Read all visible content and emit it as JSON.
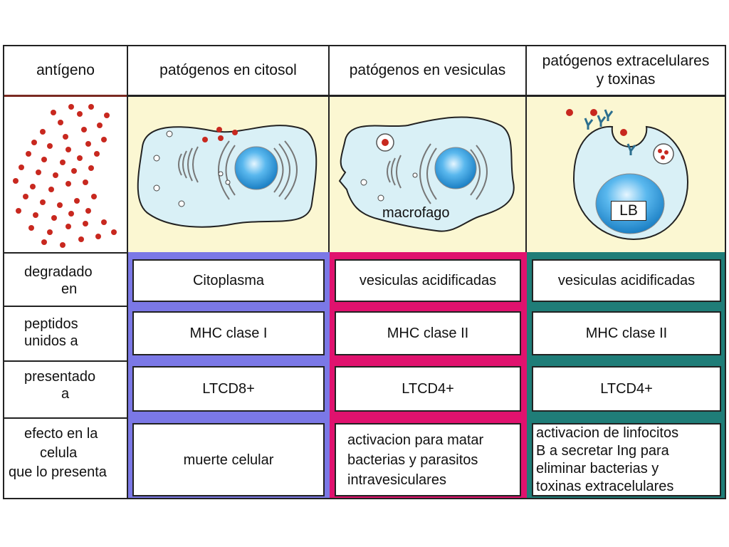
{
  "headers": {
    "antigen": "antígeno",
    "col1": "patógenos en citosol",
    "col2": "patógenos en vesiculas",
    "col3_line1": "patógenos extracelulares",
    "col3_line2": "y toxinas"
  },
  "illustrations": {
    "macrophage_label": "macrofago",
    "bcell_label": "LB"
  },
  "rows": {
    "degraded": {
      "line1": "degradado",
      "line2": "en",
      "col1": "Citoplasma",
      "col2": "vesiculas acidificadas",
      "col3": "vesiculas acidificadas"
    },
    "peptides": {
      "line1": "peptidos",
      "line2": "unidos a",
      "col1": "MHC clase I",
      "col2": "MHC clase II",
      "col3": "MHC clase II"
    },
    "presented": {
      "line1": "presentado",
      "line2": "a",
      "col1": "LTCD8+",
      "col2": "LTCD4+",
      "col3": "LTCD4+"
    },
    "effect": {
      "line1": "efecto en la",
      "line2": "celula",
      "line3": "que lo presenta",
      "col1": "muerte celular",
      "col2": [
        "activacion para matar",
        "bacterias y parasitos",
        "intravesiculares"
      ],
      "col3": [
        "activacion de linfocitos",
        "B a secretar Ing para",
        "eliminar  bacterias y",
        "toxinas extracelulares"
      ]
    }
  },
  "colors": {
    "col1_band": "#7b78e6",
    "col2_band": "#e0126e",
    "col3_band": "#1f7d78",
    "illustration_bg": "#fbf7d2",
    "cell_fill": "#d9f0f6",
    "nucleus": "#3aa0e0",
    "pathogen": "#c8281f"
  }
}
